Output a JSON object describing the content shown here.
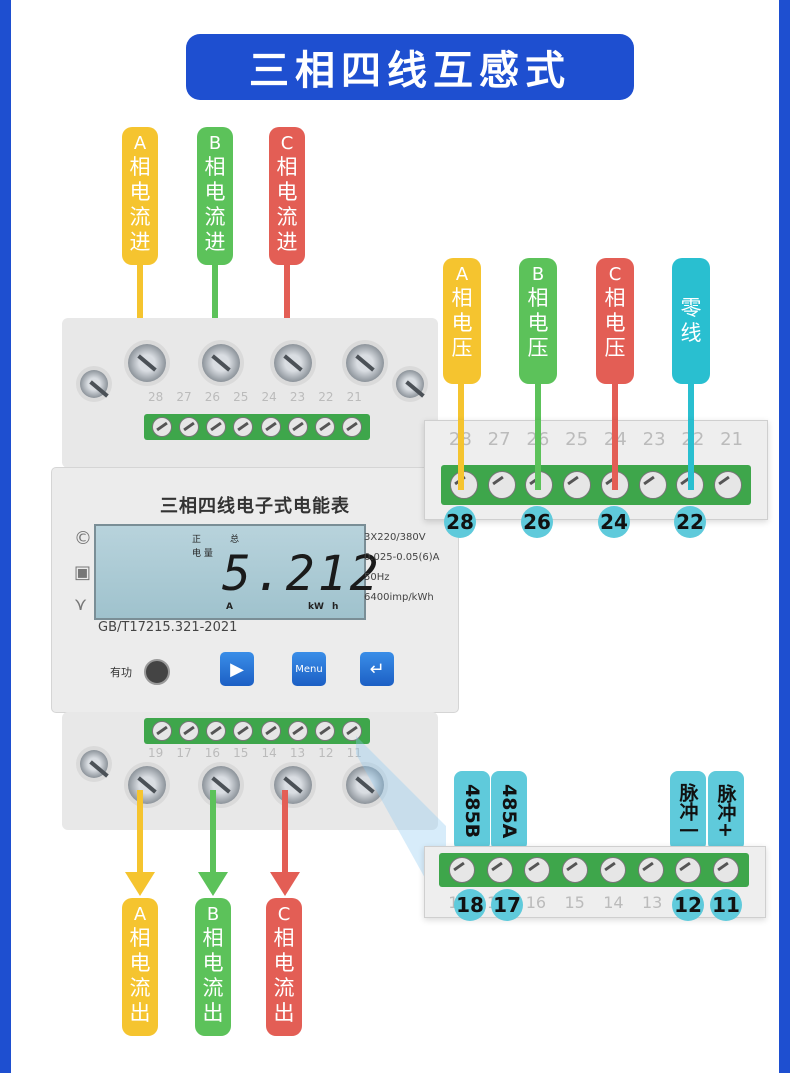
{
  "title": "三相四线互感式",
  "top_current_tags": [
    {
      "letter": "A",
      "chars": [
        "相",
        "电",
        "流",
        "进"
      ],
      "color": "#f5c42f"
    },
    {
      "letter": "B",
      "chars": [
        "相",
        "电",
        "流",
        "进"
      ],
      "color": "#5cc25a"
    },
    {
      "letter": "C",
      "chars": [
        "相",
        "电",
        "流",
        "进"
      ],
      "color": "#e35e55"
    }
  ],
  "voltage_tags": [
    {
      "letter": "A",
      "chars": [
        "相",
        "电",
        "压"
      ],
      "color": "#f5c42f"
    },
    {
      "letter": "B",
      "chars": [
        "相",
        "电",
        "压"
      ],
      "color": "#5cc25a"
    },
    {
      "letter": "C",
      "chars": [
        "相",
        "电",
        "压"
      ],
      "color": "#e35e55"
    },
    {
      "letter": "",
      "chars": [
        "零",
        "线"
      ],
      "color": "#29bfd0"
    }
  ],
  "bottom_current_tags": [
    {
      "letter": "A",
      "chars": [
        "相",
        "电",
        "流",
        "出"
      ],
      "color": "#f5c42f"
    },
    {
      "letter": "B",
      "chars": [
        "相",
        "电",
        "流",
        "出"
      ],
      "color": "#5cc25a"
    },
    {
      "letter": "C",
      "chars": [
        "相",
        "电",
        "流",
        "出"
      ],
      "color": "#e35e55"
    }
  ],
  "meter": {
    "name": "三相四线电子式电能表",
    "reading": "5.212",
    "lcd_labels": {
      "zheng": "正",
      "zong": "总",
      "dianliang": "电 量",
      "phase": "A",
      "kw": "kW",
      "h": "h"
    },
    "specs": [
      "3X220/380V",
      "0.025-0.05(6)A",
      "50Hz",
      "6400imp/kWh"
    ],
    "standard": "GB/T17215.321-2021",
    "led_label": "有功",
    "menu_label": "Menu",
    "top_terminal_numbers": [
      "28",
      "27",
      "26",
      "25",
      "24",
      "23",
      "22",
      "21"
    ],
    "bottom_terminal_numbers": [
      "19",
      "17",
      "16",
      "15",
      "14",
      "13",
      "12",
      "11"
    ]
  },
  "top_zoom": {
    "terminal_numbers": [
      "28",
      "27",
      "26",
      "25",
      "24",
      "23",
      "22",
      "21"
    ],
    "badges": [
      "28",
      "26",
      "24",
      "22"
    ]
  },
  "bottom_zoom": {
    "labels": {
      "b485": "485B",
      "a485": "485A",
      "pulse_minus": "脉冲一",
      "pulse_plus": "脉冲+"
    },
    "terminal_numbers": [
      "18",
      "17",
      "16",
      "15",
      "14",
      "13",
      "12",
      "11"
    ],
    "badges": [
      "18",
      "17",
      "12",
      "11"
    ]
  }
}
